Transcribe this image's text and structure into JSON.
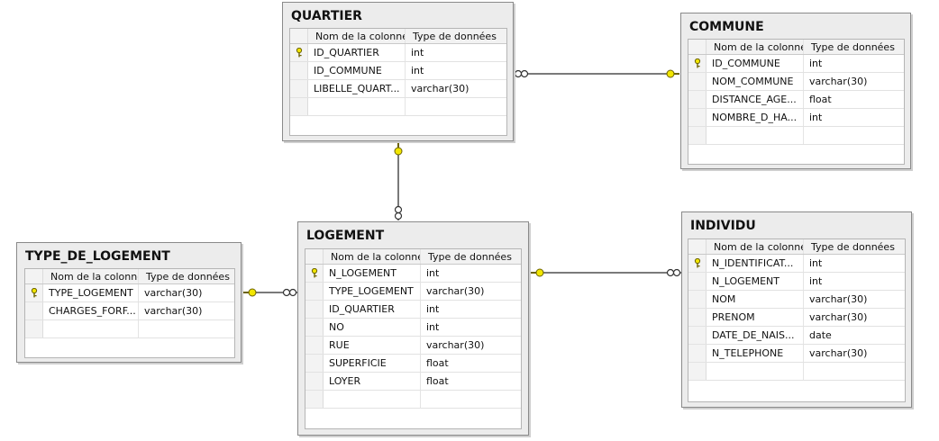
{
  "header_labels": {
    "name": "Nom de la colonne",
    "type": "Type de données"
  },
  "colors": {
    "key_fill": "#f2e600",
    "key_stroke": "#6b6200",
    "line": "#7a7a7a"
  },
  "tables": {
    "quartier": {
      "title": "QUARTIER",
      "rows": [
        {
          "name": "ID_QUARTIER",
          "type": "int",
          "pk": true
        },
        {
          "name": "ID_COMMUNE",
          "type": "int",
          "pk": false
        },
        {
          "name": "LIBELLE_QUART...",
          "type": "varchar(30)",
          "pk": false
        }
      ]
    },
    "commune": {
      "title": "COMMUNE",
      "rows": [
        {
          "name": "ID_COMMUNE",
          "type": "int",
          "pk": true
        },
        {
          "name": "NOM_COMMUNE",
          "type": "varchar(30)",
          "pk": false
        },
        {
          "name": "DISTANCE_AGE...",
          "type": "float",
          "pk": false
        },
        {
          "name": "NOMBRE_D_HA...",
          "type": "int",
          "pk": false
        }
      ]
    },
    "type_de_logement": {
      "title": "TYPE_DE_LOGEMENT",
      "rows": [
        {
          "name": "TYPE_LOGEMENT",
          "type": "varchar(30)",
          "pk": true
        },
        {
          "name": "CHARGES_FORF...",
          "type": "varchar(30)",
          "pk": false
        }
      ]
    },
    "logement": {
      "title": "LOGEMENT",
      "rows": [
        {
          "name": "N_LOGEMENT",
          "type": "int",
          "pk": true
        },
        {
          "name": "TYPE_LOGEMENT",
          "type": "varchar(30)",
          "pk": false
        },
        {
          "name": "ID_QUARTIER",
          "type": "int",
          "pk": false
        },
        {
          "name": "NO",
          "type": "int",
          "pk": false
        },
        {
          "name": "RUE",
          "type": "varchar(30)",
          "pk": false
        },
        {
          "name": "SUPERFICIE",
          "type": "float",
          "pk": false
        },
        {
          "name": "LOYER",
          "type": "float",
          "pk": false
        }
      ]
    },
    "individu": {
      "title": "INDIVIDU",
      "rows": [
        {
          "name": "N_IDENTIFICAT...",
          "type": "int",
          "pk": true
        },
        {
          "name": "N_LOGEMENT",
          "type": "int",
          "pk": false
        },
        {
          "name": "NOM",
          "type": "varchar(30)",
          "pk": false
        },
        {
          "name": "PRENOM",
          "type": "varchar(30)",
          "pk": false
        },
        {
          "name": "DATE_DE_NAIS...",
          "type": "date",
          "pk": false
        },
        {
          "name": "N_TELEPHONE",
          "type": "varchar(30)",
          "pk": false
        }
      ]
    }
  },
  "relationships": [
    {
      "from": "quartier",
      "to": "commune",
      "one_side": "commune",
      "many_side": "quartier"
    },
    {
      "from": "logement",
      "to": "quartier",
      "one_side": "quartier",
      "many_side": "logement"
    },
    {
      "from": "logement",
      "to": "type_de_logement",
      "one_side": "type_de_logement",
      "many_side": "logement"
    },
    {
      "from": "individu",
      "to": "logement",
      "one_side": "logement",
      "many_side": "individu"
    }
  ]
}
